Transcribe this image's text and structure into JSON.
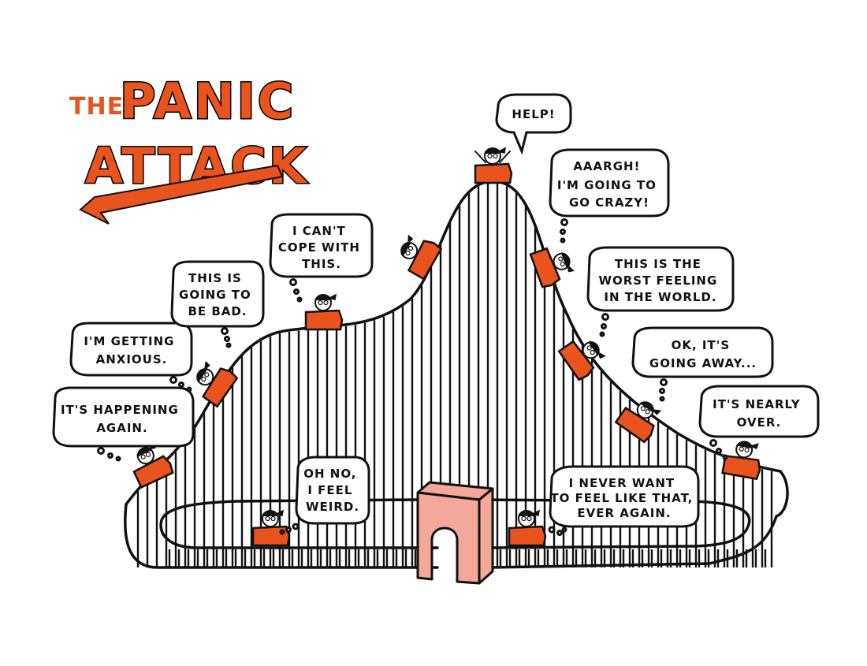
{
  "title": {
    "line1": "THE",
    "line2": "PANIC",
    "line3": "ATTACK"
  },
  "colors": {
    "accent": "#e8531e",
    "gate": "#f4a89a",
    "ink": "#111111"
  },
  "bubbles": [
    {
      "id": "happening-again",
      "lines": [
        "IT'S HAPPENING",
        "AGAIN."
      ]
    },
    {
      "id": "getting-anxious",
      "lines": [
        "I'M GETTING",
        "ANXIOUS."
      ]
    },
    {
      "id": "going-to-be-bad",
      "lines": [
        "THIS IS",
        "GOING TO",
        "BE BAD."
      ]
    },
    {
      "id": "cant-cope",
      "lines": [
        "I CAN'T",
        "COPE WITH",
        "THIS."
      ]
    },
    {
      "id": "help",
      "lines": [
        "HELP!"
      ]
    },
    {
      "id": "going-crazy",
      "lines": [
        "AAARGH!",
        "I'M GOING TO",
        "GO CRAZY!"
      ]
    },
    {
      "id": "worst-feeling",
      "lines": [
        "THIS IS THE",
        "WORST FEELING",
        "IN THE WORLD."
      ]
    },
    {
      "id": "going-away",
      "lines": [
        "OK, IT'S",
        "GOING AWAY..."
      ]
    },
    {
      "id": "nearly-over",
      "lines": [
        "IT'S NEARLY",
        "OVER."
      ]
    },
    {
      "id": "feel-weird",
      "lines": [
        "OH NO,",
        "I FEEL",
        "WEIRD."
      ]
    },
    {
      "id": "never-again",
      "lines": [
        "I NEVER WANT",
        "TO FEEL LIKE THAT,",
        "EVER AGAIN."
      ]
    }
  ]
}
